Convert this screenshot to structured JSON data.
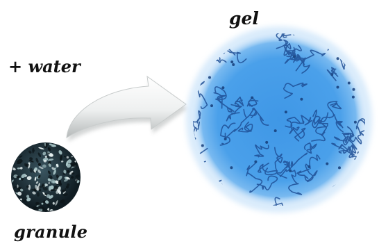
{
  "labels": {
    "gel": "gel",
    "water": "+ water",
    "granule": "granule"
  },
  "colors": {
    "gel_fill": "#4a9fe8",
    "gel_edge": "#bcdcf8",
    "gel_network": "#1f4f96",
    "granule_dark": "#1a2a30",
    "granule_light": "#e8f2f2",
    "arrow_fill": "#f2f3f3",
    "arrow_shade": "#b9bdbd"
  },
  "icons": {
    "arrow": "curved-arrow-icon",
    "granule": "granule-particle",
    "gel": "swollen-gel-network"
  }
}
